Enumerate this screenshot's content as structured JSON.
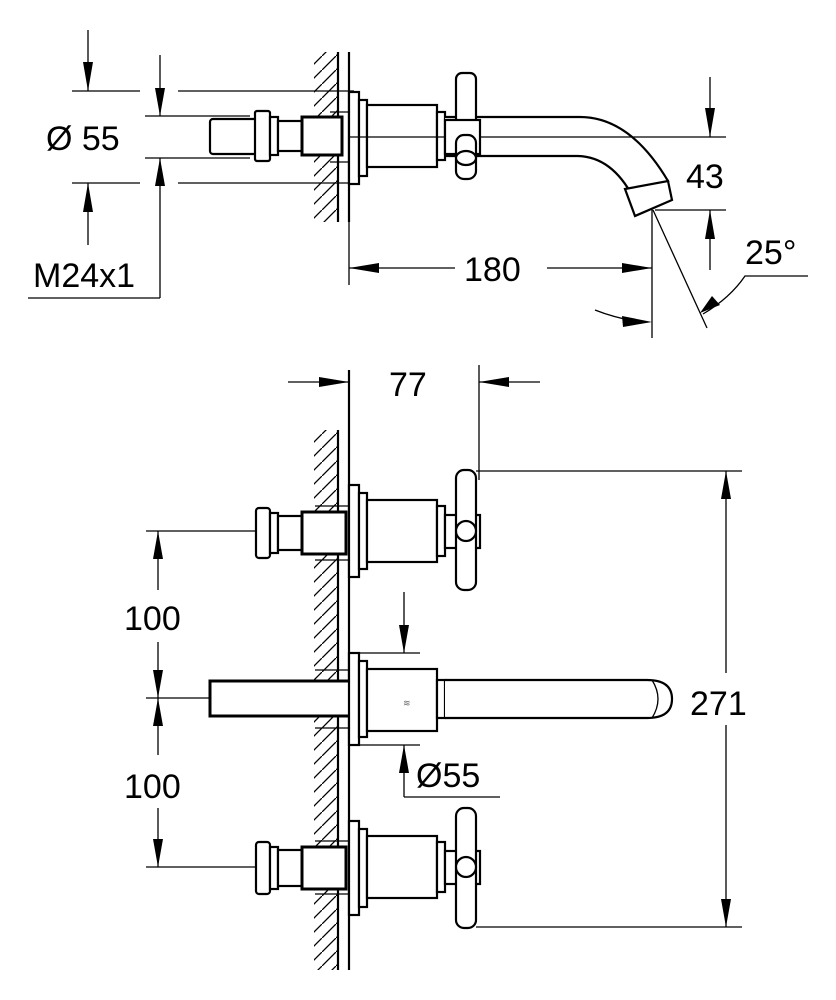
{
  "title": "Wall-mounted 3-hole basin mixer dimension drawing",
  "side_view": {
    "labels": {
      "diameter_escutcheon": "Ø 55",
      "thread": "M24x1",
      "spout_projection": "180",
      "spout_drop": "43",
      "spout_angle": "25°"
    }
  },
  "front_view": {
    "labels": {
      "handle_depth": "77",
      "spacing_upper": "100",
      "spacing_lower": "100",
      "overall_height": "271",
      "diameter_spout_rosette": "Ø55"
    }
  }
}
